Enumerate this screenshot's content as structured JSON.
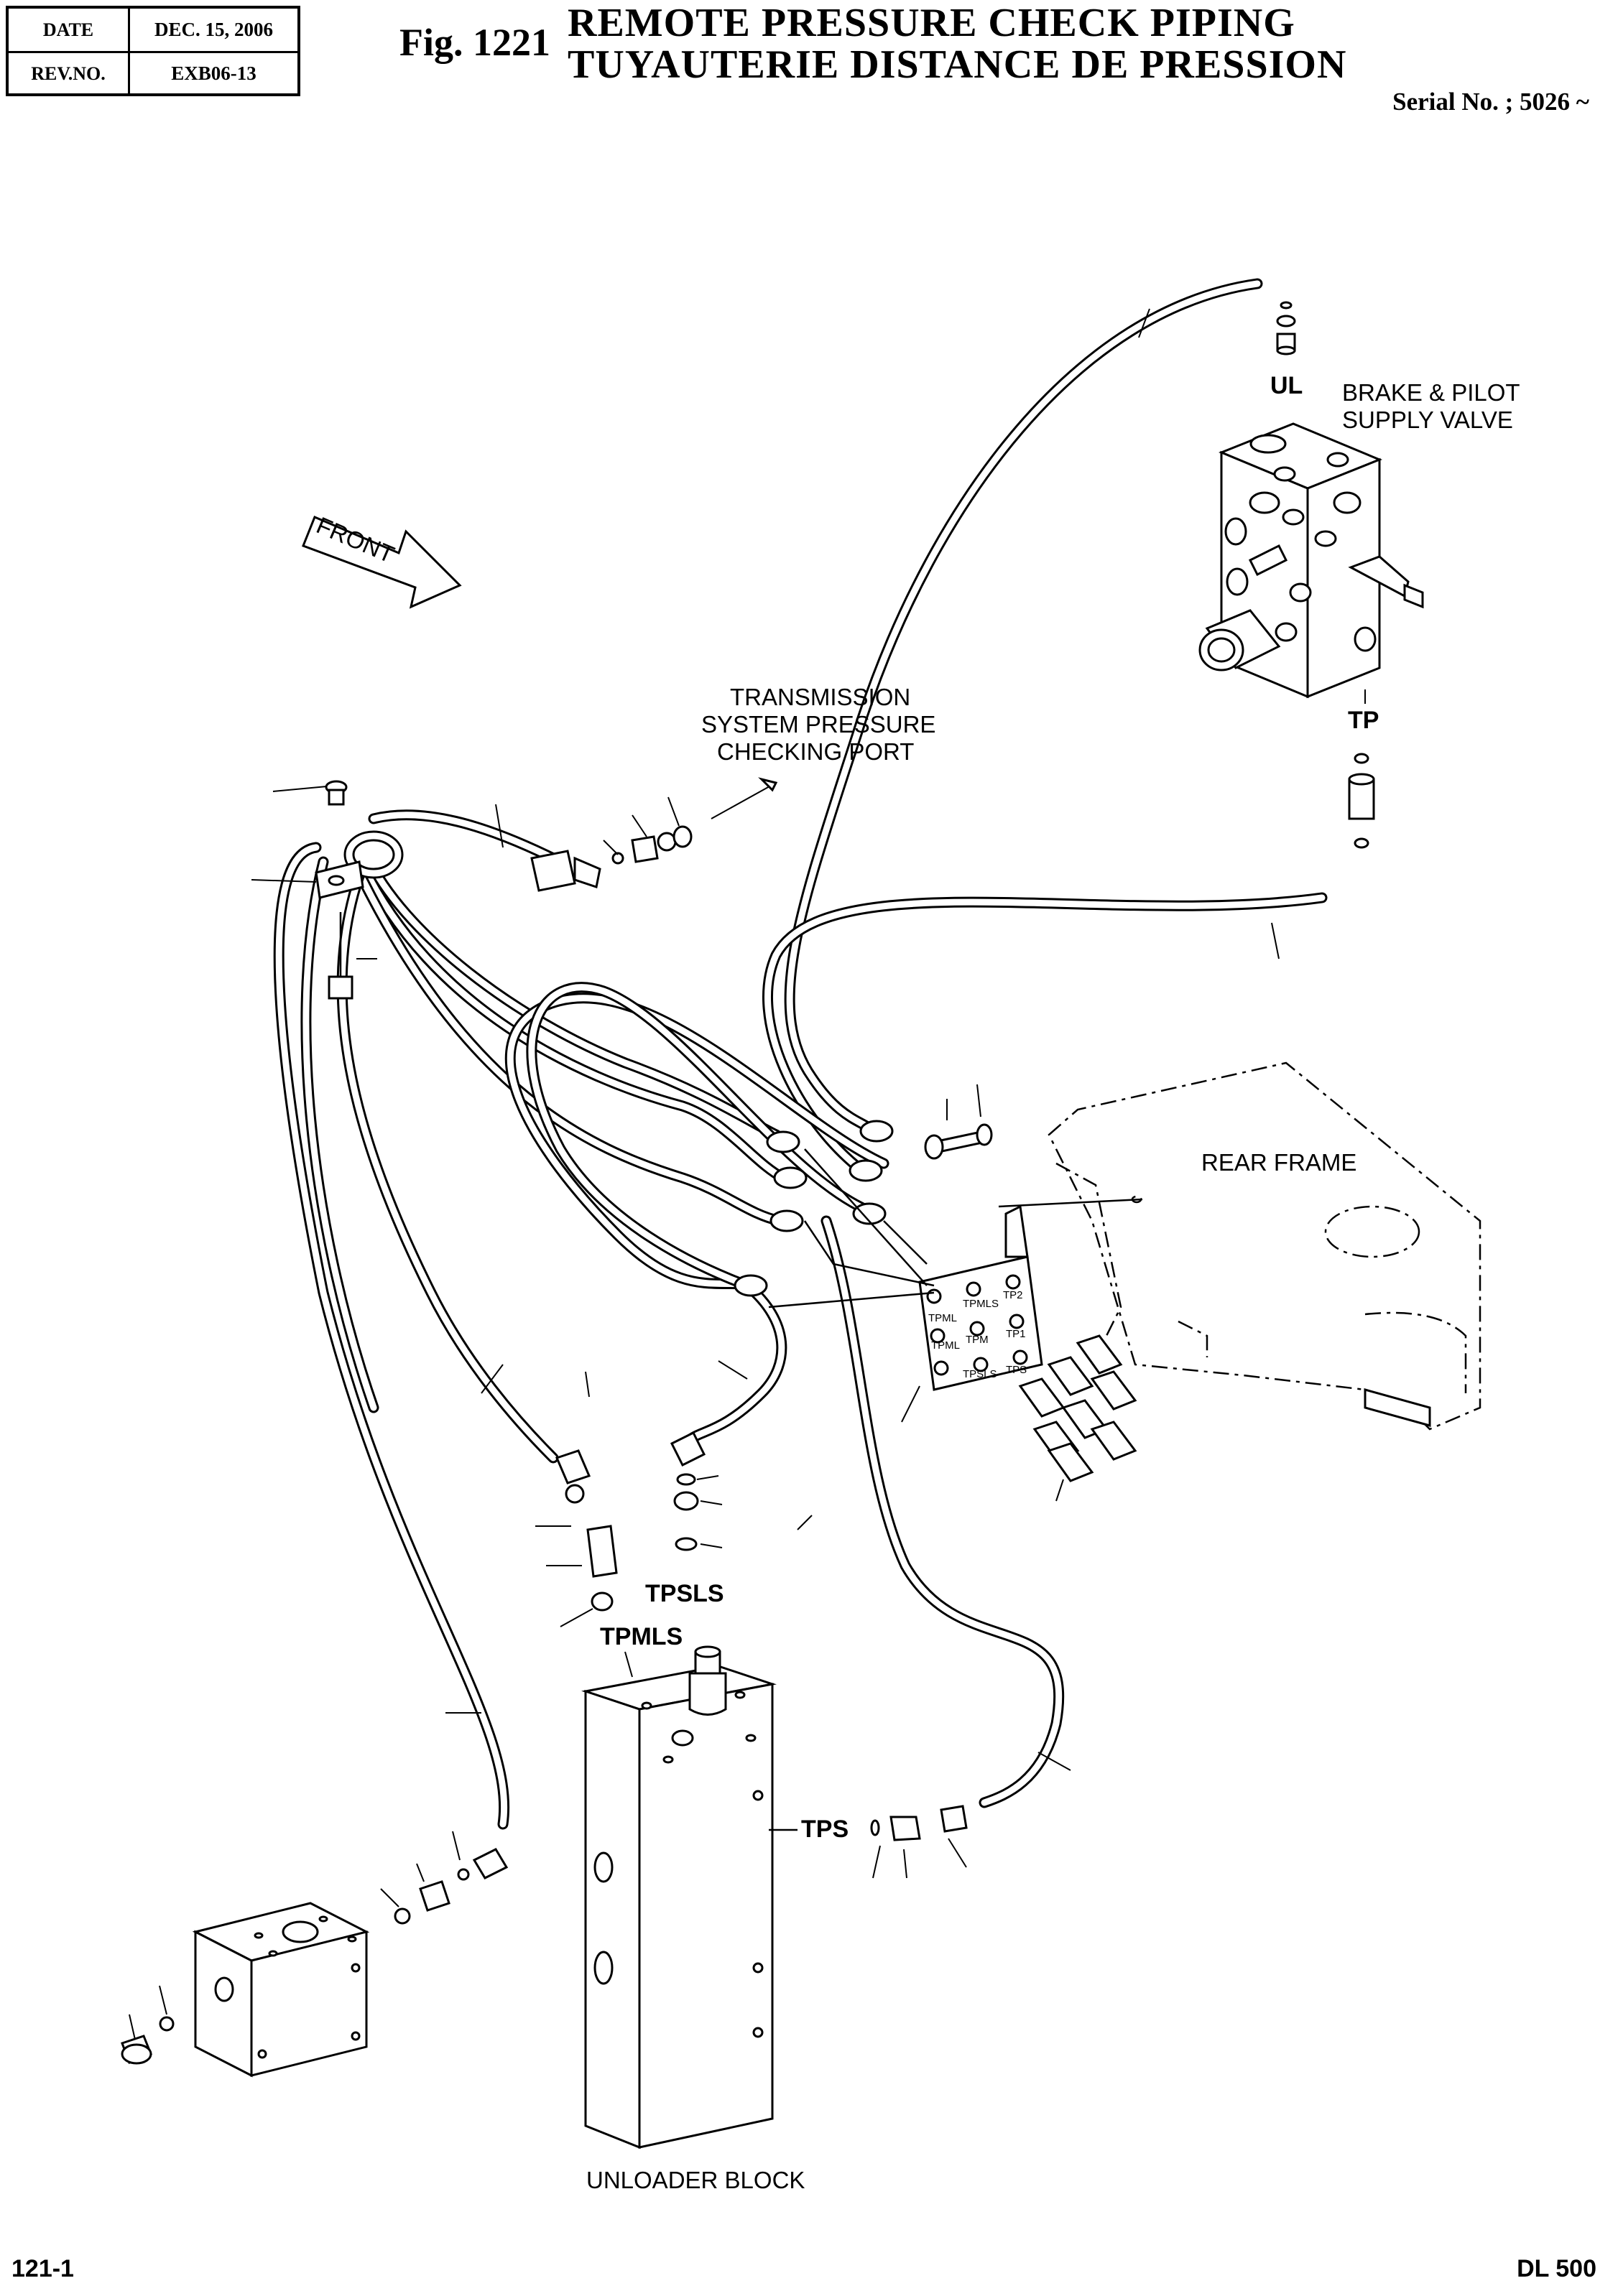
{
  "header": {
    "date_label": "DATE",
    "date_value": "DEC. 15, 2006",
    "rev_label": "REV.NO.",
    "rev_value": "EXB06-13",
    "fig_number": "Fig. 1221",
    "title_en": "REMOTE PRESSURE CHECK PIPING",
    "title_fr": "TUYAUTERIE DISTANCE DE PRESSION",
    "serial": "Serial No. ; 5026 ~"
  },
  "labels": {
    "front": "FRONT",
    "transmission_port": [
      "TRANSMISSION",
      "SYSTEM PRESSURE",
      "CHECKING PORT"
    ],
    "brake_valve": [
      "BRAKE & PILOT",
      "SUPPLY VALVE"
    ],
    "ul": "UL",
    "tp": "TP",
    "rear_frame": "REAR FRAME",
    "tpsls": "TPSLS",
    "tpmls": "TPMLS",
    "tps": "TPS",
    "unloader_block": "UNLOADER BLOCK"
  },
  "bracket_ports": [
    "TPML",
    "TPMLS",
    "TP2",
    "TPML",
    "TPM",
    "TP1",
    "TPSLS",
    "TPS"
  ],
  "footer": {
    "page": "121-1",
    "model": "DL 500"
  }
}
